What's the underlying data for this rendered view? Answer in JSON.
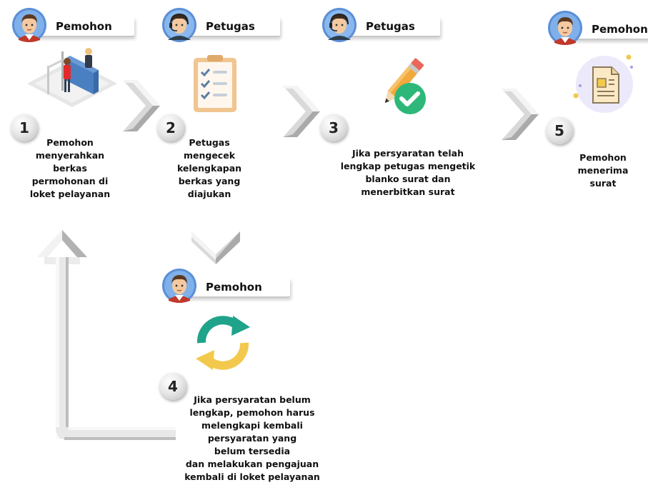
{
  "steps": [
    {
      "number": "1",
      "role": "Pemohon",
      "icon": "service-counter-icon",
      "lines": [
        "Pemohon",
        "menyerahkan",
        "berkas",
        "permohonan di",
        "loket pelayanan"
      ]
    },
    {
      "number": "2",
      "role": "Petugas",
      "icon": "checklist-icon",
      "lines": [
        "Petugas",
        "mengecek",
        "kelengkapan",
        "berkas yang",
        "diajukan"
      ]
    },
    {
      "number": "3",
      "role": "Petugas",
      "icon": "pencil-check-icon",
      "lines": [
        "Jika persyaratan telah",
        "lengkap petugas mengetik",
        "blanko surat dan",
        "menerbitkan surat"
      ]
    },
    {
      "number": "4",
      "role": "Pemohon",
      "icon": "refresh-icon",
      "lines": [
        "Jika persyaratan belum",
        "lengkap, pemohon harus",
        "melengkapi kembali",
        "persyaratan yang",
        "belum tersedia",
        "dan melakukan pengajuan",
        "kembali di loket pelayanan"
      ]
    },
    {
      "number": "5",
      "role": "Pemohon",
      "icon": "document-icon",
      "lines": [
        "Pemohon",
        "menerima",
        "surat"
      ]
    }
  ],
  "colors": {
    "accent_green": "#2db87a",
    "teal": "#1fa38a",
    "yellow": "#f2c94c",
    "avatar_bg": "#5b8fd6"
  }
}
